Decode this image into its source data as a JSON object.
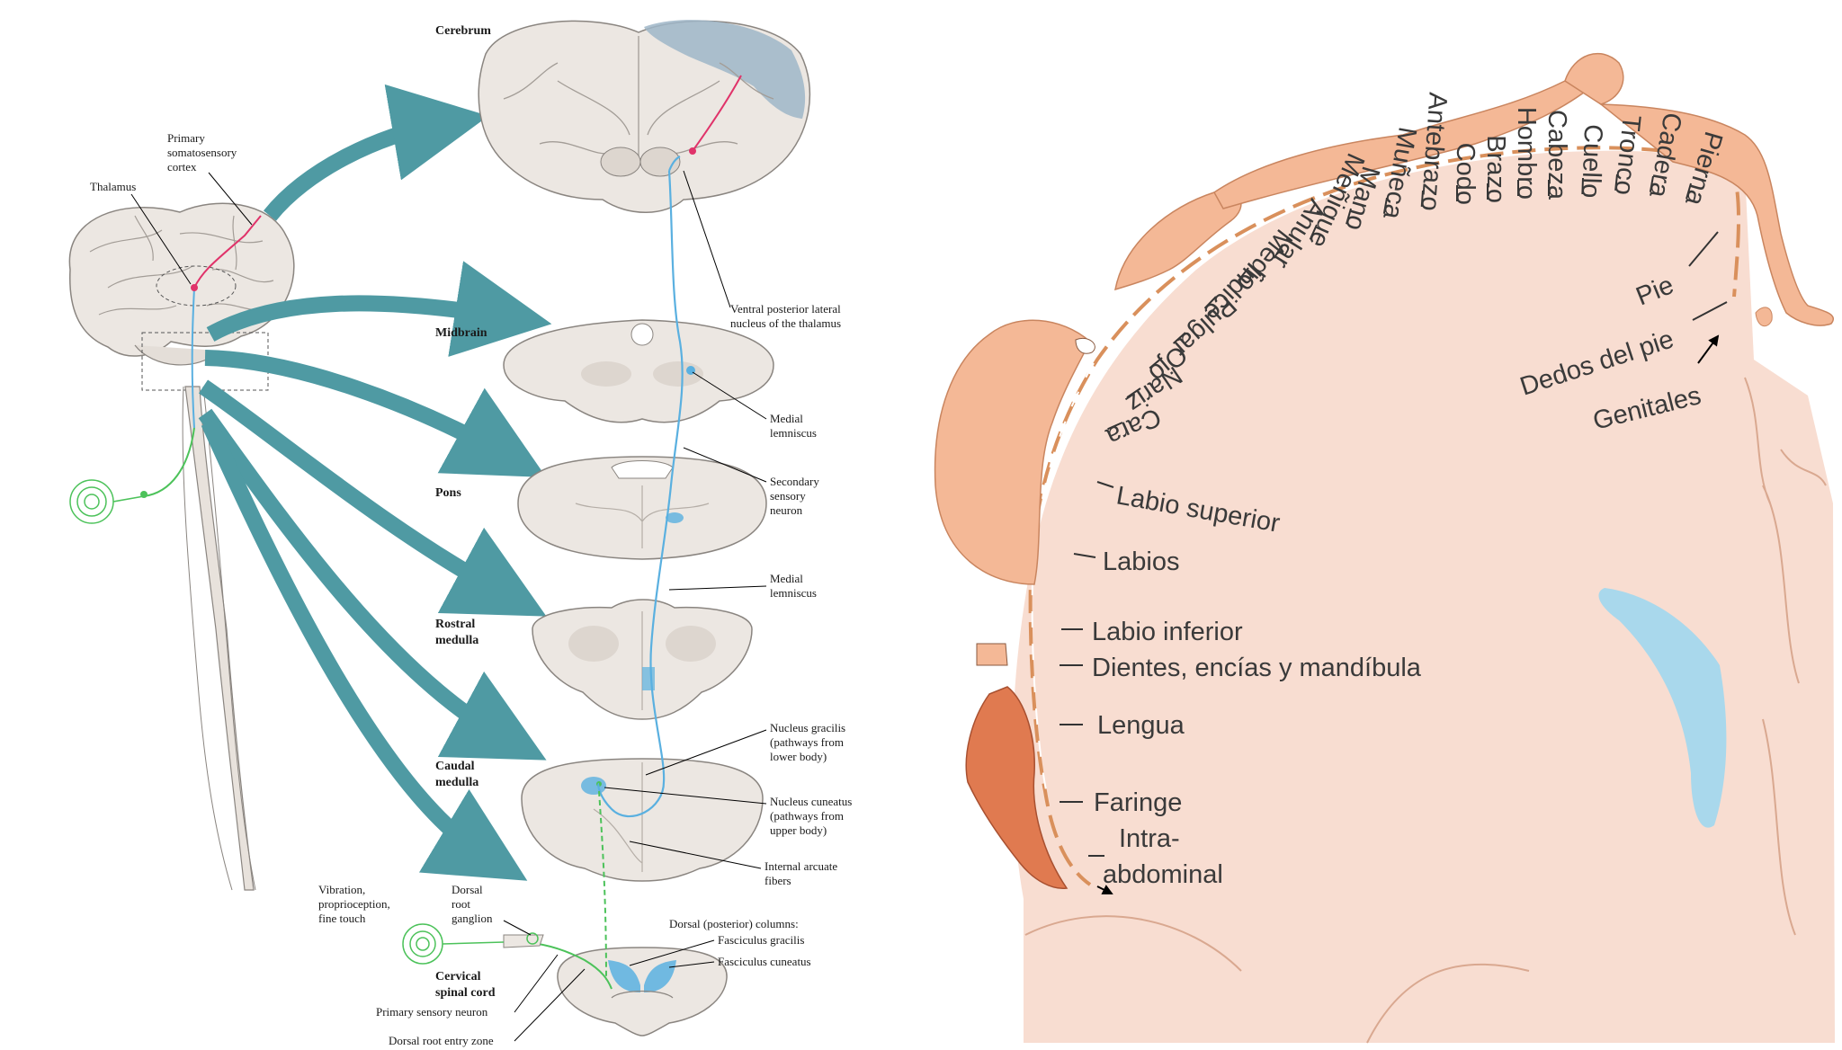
{
  "left_panel": {
    "sections": {
      "cerebrum": "Cerebrum",
      "midbrain": "Midbrain",
      "pons": "Pons",
      "rostral_medulla": [
        "Rostral",
        "medulla"
      ],
      "caudal_medulla": [
        "Caudal",
        "medulla"
      ],
      "cervical_cord": [
        "Cervical",
        "spinal cord"
      ]
    },
    "labels": {
      "primary_cortex": [
        "Primary",
        "somatosensory",
        "cortex"
      ],
      "thalamus": "Thalamus",
      "vpl": [
        "Ventral posterior lateral",
        "nucleus of the thalamus"
      ],
      "medial_lemniscus_1": [
        "Medial",
        "lemniscus"
      ],
      "secondary_neuron": [
        "Secondary",
        "sensory",
        "neuron"
      ],
      "medial_lemniscus_2": [
        "Medial",
        "lemniscus"
      ],
      "nucleus_gracilis": [
        "Nucleus gracilis",
        "(pathways from",
        "lower body)"
      ],
      "nucleus_cuneatus": [
        "Nucleus cuneatus",
        "(pathways from",
        "upper body)"
      ],
      "internal_arcuate": [
        "Internal arcuate",
        "fibers"
      ],
      "vibration": [
        "Vibration,",
        "proprioception,",
        "fine touch"
      ],
      "drg": [
        "Dorsal",
        "root",
        "ganglion"
      ],
      "dorsal_columns": "Dorsal (posterior) columns:",
      "fasciculus_gracilis": "Fasciculus gracilis",
      "fasciculus_cuneatus": "Fasciculus cuneatus",
      "primary_neuron": "Primary sensory neuron",
      "entry_zone": "Dorsal root entry zone"
    }
  },
  "right_panel": {
    "radial_labels": [
      "Pierna",
      "Cadera",
      "Tronco",
      "Cuello",
      "Cabeza",
      "Hombro",
      "Brazo",
      "Codo",
      "Antebrazo",
      "Muñeca",
      "Mano",
      "Meñique",
      "Anular",
      "Medio",
      "Índice",
      "Pulgar",
      "Ojo",
      "Nariz",
      "Cara"
    ],
    "side_labels": [
      "Pie",
      "Dedos del pie",
      "Genitales"
    ],
    "lower_labels": [
      "Labio superior",
      "Labios",
      "Labio inferior",
      "Dientes, encías y mandíbula",
      "Lengua",
      "Faringe",
      "Intra-",
      "abdominal"
    ]
  },
  "colors": {
    "arrow": "#4f9aa3",
    "tissue": "#ece7e2",
    "lemniscus": "#5ab0e0",
    "thalamic_axon": "#e0336a",
    "primary_neuron": "#4cc25a",
    "cortex_shade": "#9fb6c8",
    "skin": "#f8ddd1",
    "homunculus_body": "#f4b896",
    "tongue": "#e07a50",
    "ventricle": "#a9d8ec",
    "dash": "#d9905c"
  }
}
